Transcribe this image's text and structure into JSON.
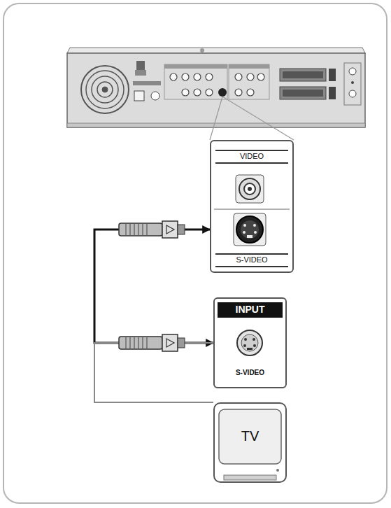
{
  "diagram": {
    "nodes": [
      {
        "text": [
          "VIDEO",
          "S-VIDEO"
        ]
      },
      {
        "text": [
          "INPUT",
          "S-VIDEO"
        ]
      },
      {
        "text": [
          "TV"
        ]
      }
    ],
    "edges": [
      {
        "from": 0,
        "to": 1,
        "arrow": "both"
      },
      {
        "from": 1,
        "to": 2,
        "arrow": "none"
      }
    ]
  }
}
